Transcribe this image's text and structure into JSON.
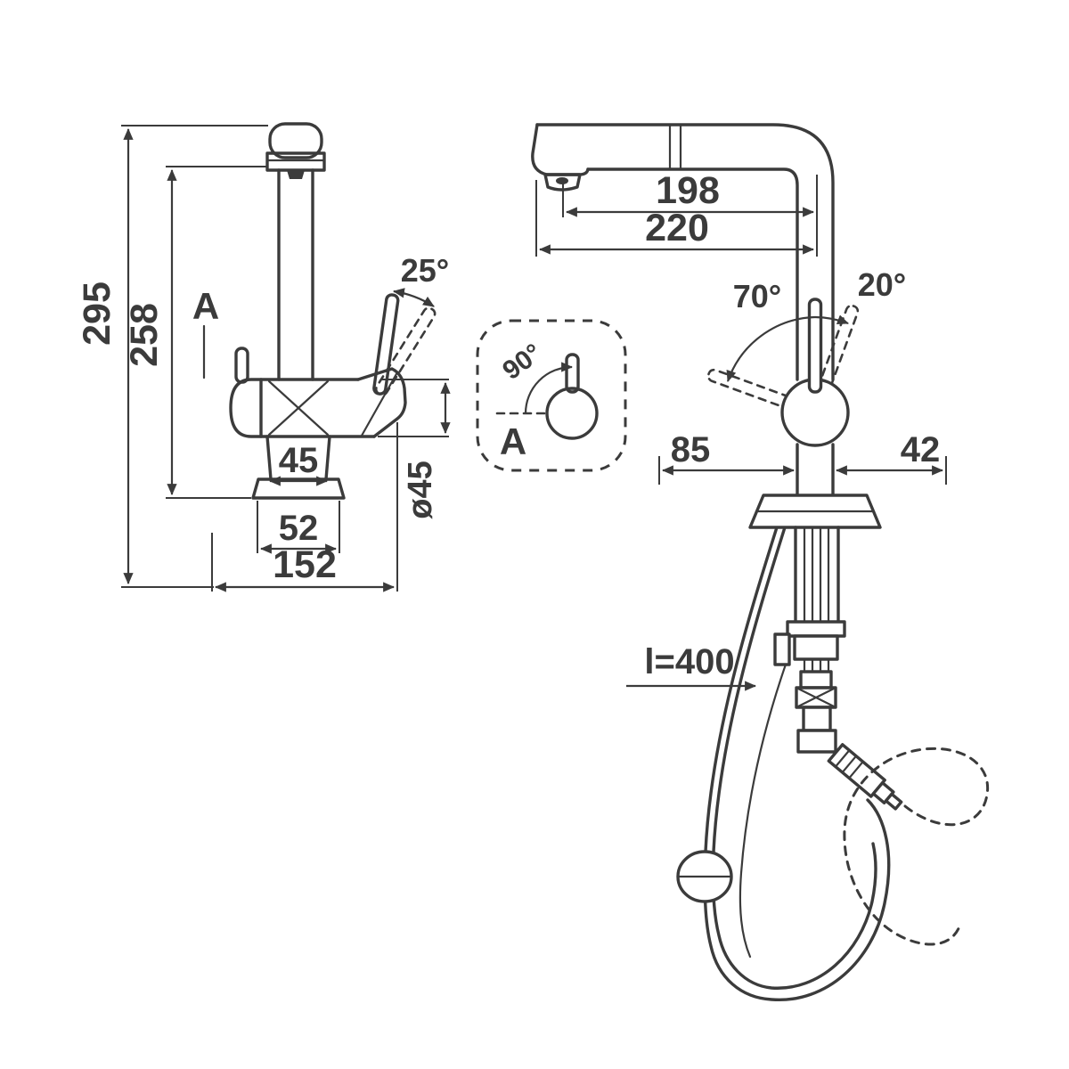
{
  "page": {
    "background": "#ffffff",
    "line_color": "#3b3b3b"
  },
  "front_view": {
    "height_total": "295",
    "height_spout": "258",
    "section_marker": "A",
    "handle_angle": "25°",
    "neck_width": "45",
    "body_diameter": "ø45",
    "base_width": "52",
    "overall_width": "152"
  },
  "detail_view": {
    "swivel_angle": "90°",
    "view_label": "A"
  },
  "side_view": {
    "spout_reach": "198",
    "spout_reach_overall": "220",
    "handle_tilt_back": "70°",
    "handle_tilt_front": "20°",
    "offset_rear": "85",
    "offset_front": "42",
    "hose_length": "l=400"
  }
}
